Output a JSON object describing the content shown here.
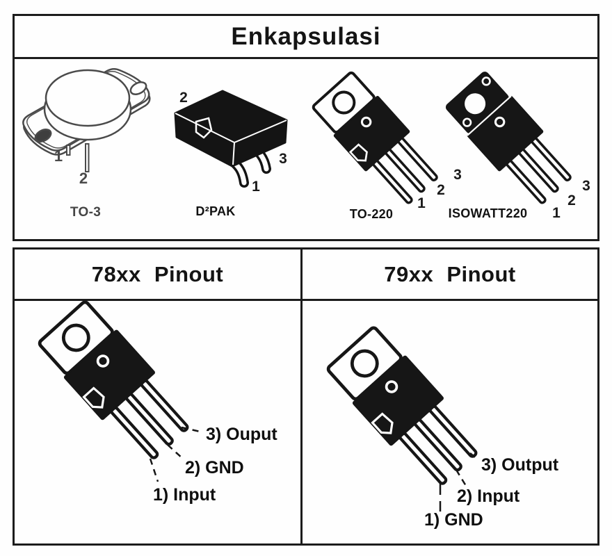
{
  "encapsulation": {
    "title": "Enkapsulasi",
    "packages": [
      {
        "name": "TO-3",
        "pins": [
          "1",
          "2"
        ]
      },
      {
        "name": "D²PAK",
        "pins": [
          "1",
          "2",
          "3"
        ]
      },
      {
        "name": "TO-220",
        "pins": [
          "1",
          "2",
          "3"
        ]
      },
      {
        "name": "ISOWATT220",
        "pins": [
          "1",
          "2",
          "3"
        ]
      }
    ]
  },
  "pinouts": [
    {
      "title": "78xx Pinout",
      "labels": [
        "1) Input",
        "2) GND",
        "3) Ouput"
      ]
    },
    {
      "title": "79xx Pinout",
      "labels": [
        "1) GND",
        "2) Input",
        "3) Output"
      ]
    }
  ],
  "colors": {
    "ink": "#1c1c1c",
    "paper": "#fefefe",
    "soft_ink": "#4a4a4a"
  }
}
